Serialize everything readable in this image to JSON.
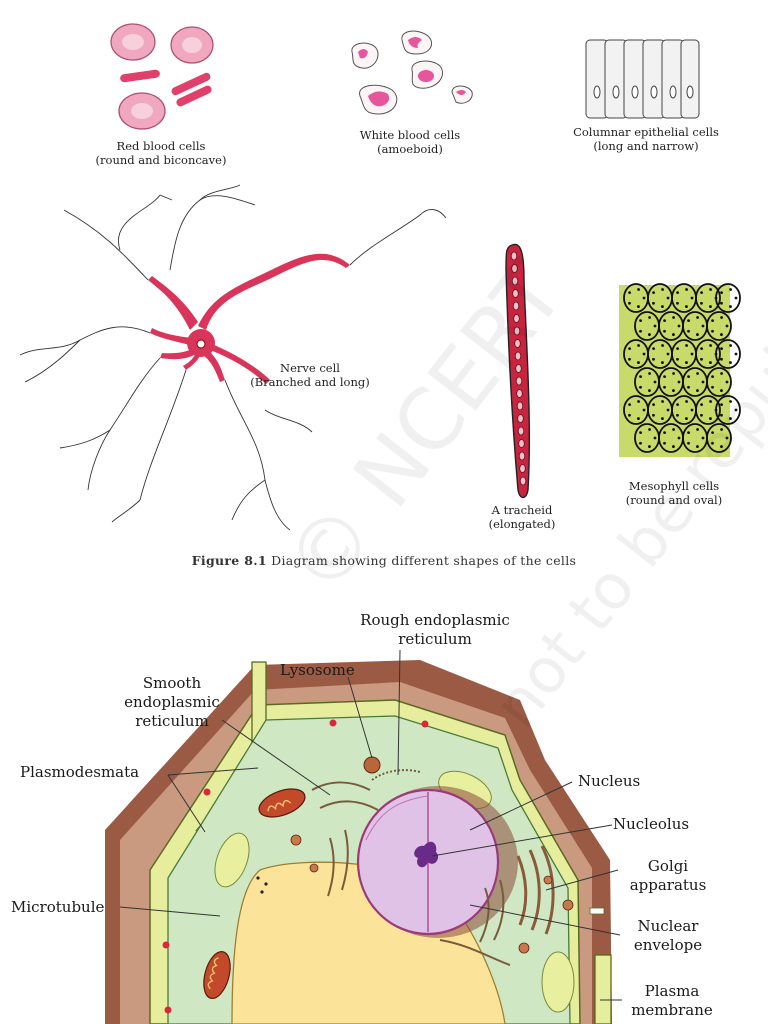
{
  "figure_8_1": {
    "cells": {
      "rbc": {
        "title": "Red blood cells",
        "sub": "(round and biconcave)"
      },
      "wbc": {
        "title": "White blood cells",
        "sub": "(amoeboid)"
      },
      "epithelial": {
        "title": "Columnar epithelial cells",
        "sub": "(long and narrow)"
      },
      "nerve": {
        "title": "Nerve cell",
        "sub": "(Branched and long)"
      },
      "tracheid": {
        "title": "A tracheid",
        "sub": "(elongated)"
      },
      "mesophyll": {
        "title": "Mesophyll cells",
        "sub": "(round and oval)"
      }
    },
    "caption_label": "Figure 8.1",
    "caption_text": "Diagram showing different shapes of the cells"
  },
  "plant_cell": {
    "labels": {
      "rough_er_1": "Rough endoplasmic",
      "rough_er_2": "reticulum",
      "lysosome": "Lysosome",
      "smooth_er_1": "Smooth",
      "smooth_er_2": "endoplasmic",
      "smooth_er_3": "reticulum",
      "plasmodesmata": "Plasmodesmata",
      "nucleus": "Nucleus",
      "nucleolus": "Nucleolus",
      "golgi_1": "Golgi",
      "golgi_2": "apparatus",
      "microtubule": "Microtubule",
      "nuclear_env_1": "Nuclear",
      "nuclear_env_2": "envelope",
      "plasma_1": "Plasma",
      "plasma_2": "membrane"
    }
  },
  "watermark": {
    "line1": "© NCERT",
    "line2": "not to be republished"
  },
  "colors": {
    "rbc": "#e8769a",
    "nerve": "#d9355a",
    "tracheid": "#c8243e",
    "mesophyll": "#c8da6a",
    "cytoplasm": "#cfe8c3",
    "cell_wall": "#e4ec9a",
    "wall_brown": "#8a4a36",
    "nucleus": "#d6b6e0",
    "vacuole": "#fbe49a"
  }
}
